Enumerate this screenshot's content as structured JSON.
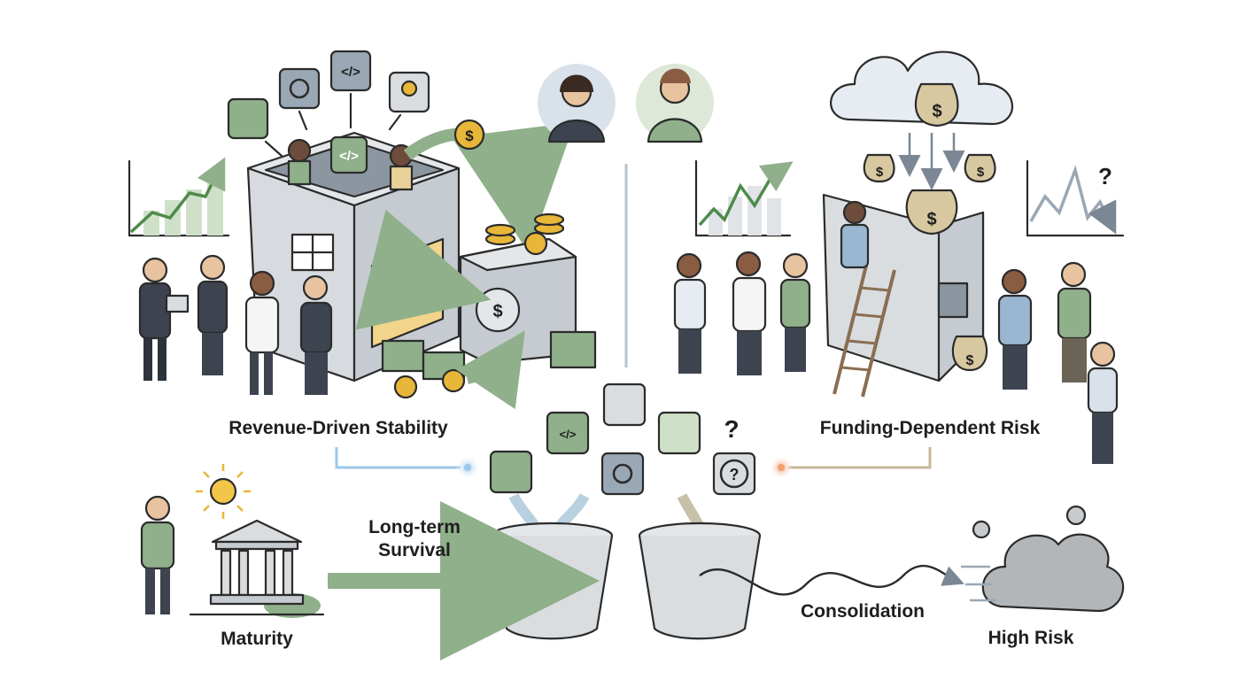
{
  "labels": {
    "revenue": "Revenue-Driven Stability",
    "funding": "Funding-Dependent Risk",
    "long_term_1": "Long-term",
    "long_term_2": "Survival",
    "maturity": "Maturity",
    "consolidation": "Consolidation",
    "high_risk": "High Risk"
  },
  "icons": {
    "currency_symbol": "$",
    "question_symbol": "?",
    "code_symbol": "</>"
  },
  "colors": {
    "green": "#8fb08a",
    "green_light": "#cfe0c9",
    "gold": "#e8b73a",
    "stone": "#d9dde0",
    "steel": "#9aa7b5",
    "ink": "#2b2b2b",
    "orange_glow": "#f0a070",
    "blue_glow": "#9cc8e8"
  }
}
